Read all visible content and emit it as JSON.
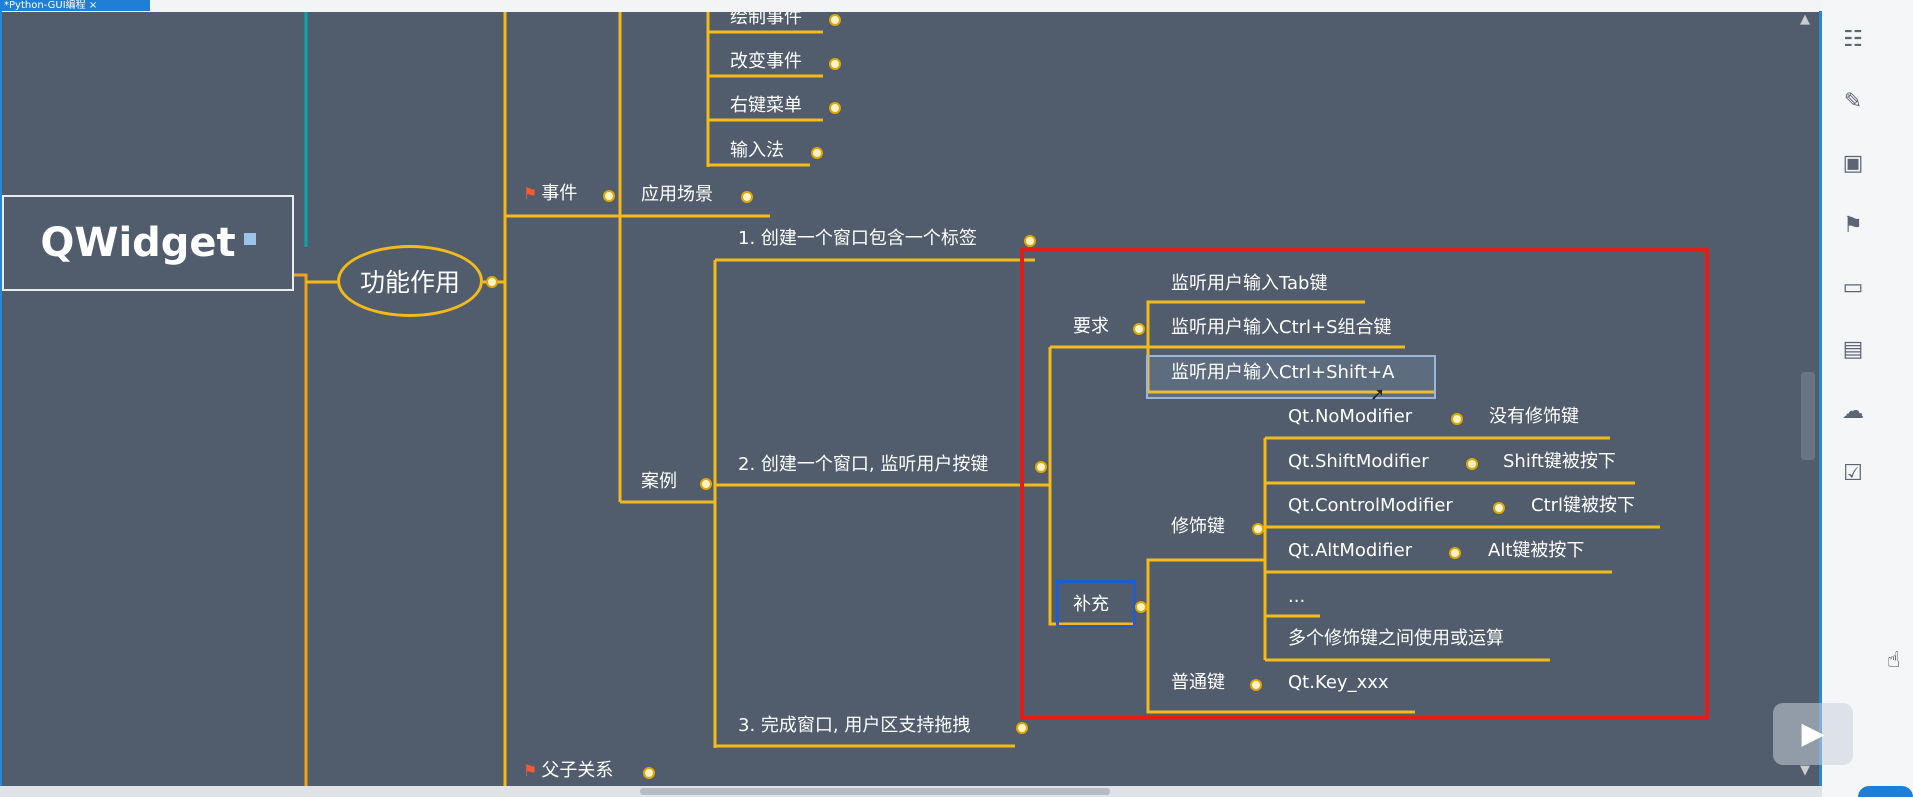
{
  "tab": {
    "title": "*Python-GUI编程 ×"
  },
  "mindmap": {
    "root": "QWidget",
    "func": "功能作用",
    "events": {
      "label": "事件",
      "app_scene": "应用场景",
      "children": [
        "绘制事件",
        "改变事件",
        "右键菜单",
        "输入法"
      ]
    },
    "case": {
      "label": "案例",
      "items": [
        "1. 创建一个窗口包含一个标签",
        "2. 创建一个窗口, 监听用户按键",
        "3. 完成窗口, 用户区支持拖拽"
      ]
    },
    "requirement": {
      "label": "要求",
      "items": [
        "监听用户输入Tab键",
        "监听用户输入Ctrl+S组合键",
        "监听用户输入Ctrl+Shift+A"
      ]
    },
    "supplement": {
      "label": "补充",
      "modifier_key": {
        "label": "修饰键",
        "items": [
          {
            "name": "Qt.NoModifier",
            "desc": "没有修饰键"
          },
          {
            "name": "Qt.ShiftModifier",
            "desc": "Shift键被按下"
          },
          {
            "name": "Qt.ControlModifier",
            "desc": "Ctrl键被按下"
          },
          {
            "name": "Qt.AltModifier",
            "desc": "Alt键被按下"
          }
        ],
        "ellipsis": "...",
        "or_op": "多个修饰键之间使用或运算"
      },
      "normal_key": {
        "label": "普通键",
        "value": "Qt.Key_xxx"
      }
    },
    "parent_child": "父子关系"
  },
  "right_panel_icons": [
    "outline-icon",
    "brush-icon",
    "image-icon",
    "flag-icon",
    "label-icon",
    "note-icon",
    "comment-icon",
    "task-icon"
  ],
  "colors": {
    "canvas": "#515c6c",
    "branch": "#f2bb1a",
    "highlight": "#e41b17",
    "tab": "#1f7fd6"
  }
}
